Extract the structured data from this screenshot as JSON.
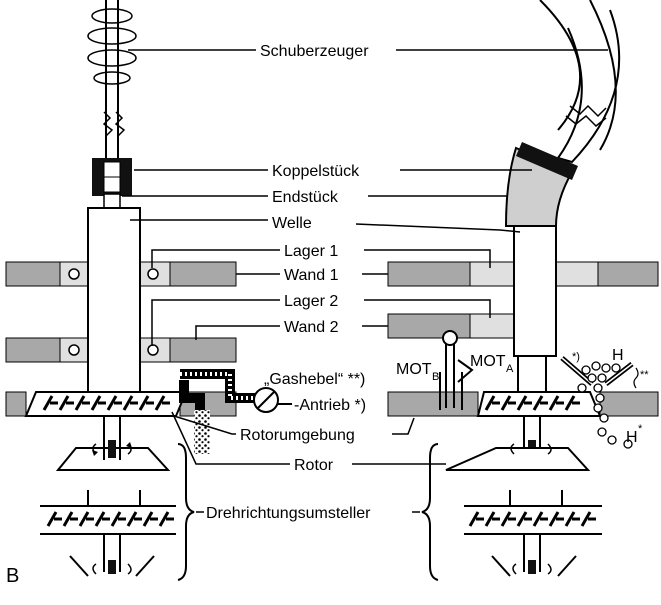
{
  "labels": {
    "schuberzeuger": "Schuberzeuger",
    "koppelstueck": "Koppelstück",
    "endstueck": "Endstück",
    "welle": "Welle",
    "lager1": "Lager 1",
    "wand1": "Wand 1",
    "lager2": "Lager 2",
    "wand2": "Wand 2",
    "gashebel": "„Gashebel“ **)",
    "antrieb": "-Antrieb *)",
    "rotorumgebung": "Rotorumgebung",
    "rotor": "Rotor",
    "drehrichtungsumsteller": "Drehrichtungsumsteller",
    "mot_b_main": "MOT",
    "mot_b_sub": "B",
    "mot_a_main": "MOT",
    "mot_a_sub": "A",
    "h_top": "H",
    "h_bottom": "H",
    "h_bottom_star": "*",
    "star_paren": "*)",
    "double_star": "**",
    "figure_letter": "B"
  },
  "colors": {
    "wall_dark": "#a8a8a8",
    "wall_light": "#e0e0e0",
    "tube_fill": "#cfcfcf",
    "coupling": "#111111",
    "line": "#000000"
  }
}
